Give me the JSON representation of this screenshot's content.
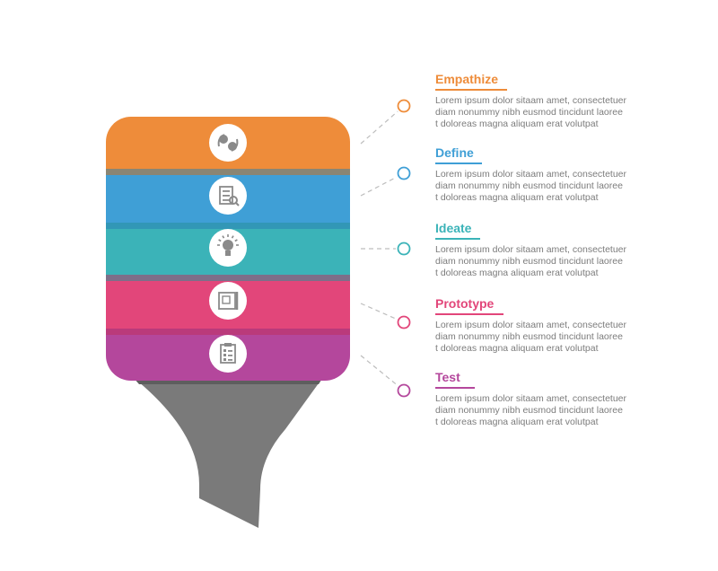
{
  "steps": [
    {
      "title": "Empathize",
      "color": "#ee8c3a",
      "band_dark": "#c86f22",
      "icon": "people-exchange-icon",
      "lines": [
        "Lorem ipsum dolor sitaam amet, consectetuer",
        "diam nonummy  nibh eusmod tincidunt laoree",
        "t doloreas magna aliquam erat volutpat"
      ]
    },
    {
      "title": "Define",
      "color": "#3f9fd6",
      "band_dark": "#2c7fb5",
      "icon": "checklist-magnifier-icon",
      "lines": [
        "Lorem ipsum dolor sitaam amet, consectetuer",
        "diam nonummy  nibh eusmod tincidunt laoree",
        "t doloreas magna aliquam erat volutpat"
      ]
    },
    {
      "title": "Ideate",
      "color": "#3bb3b8",
      "band_dark": "#2a9196",
      "icon": "lightbulb-icon",
      "lines": [
        "Lorem ipsum dolor sitaam amet, consectetuer",
        "diam nonummy  nibh eusmod tincidunt laoree",
        "t doloreas magna aliquam erat volutpat"
      ]
    },
    {
      "title": "Prototype",
      "color": "#e2467a",
      "band_dark": "#bf2f60",
      "icon": "blueprint-icon",
      "lines": [
        "Lorem ipsum dolor sitaam amet, consectetuer",
        "diam nonummy  nibh eusmod tincidunt laoree",
        "t doloreas magna aliquam erat volutpat"
      ]
    },
    {
      "title": "Test",
      "color": "#b4479c",
      "band_dark": "#92367d",
      "icon": "clipboard-test-icon",
      "lines": [
        "Lorem ipsum dolor sitaam amet, consectetuer",
        "diam nonummy  nibh eusmod tincidunt laoree",
        "t doloreas magna aliquam erat volutpat"
      ]
    }
  ],
  "colors": {
    "funnel_stem": "#7a7a7a",
    "funnel_shadow": "#5e5e5e",
    "connector": "#bdbdbd",
    "icon_fill": "#8a8a8a",
    "icon_circle": "#ffffff"
  }
}
